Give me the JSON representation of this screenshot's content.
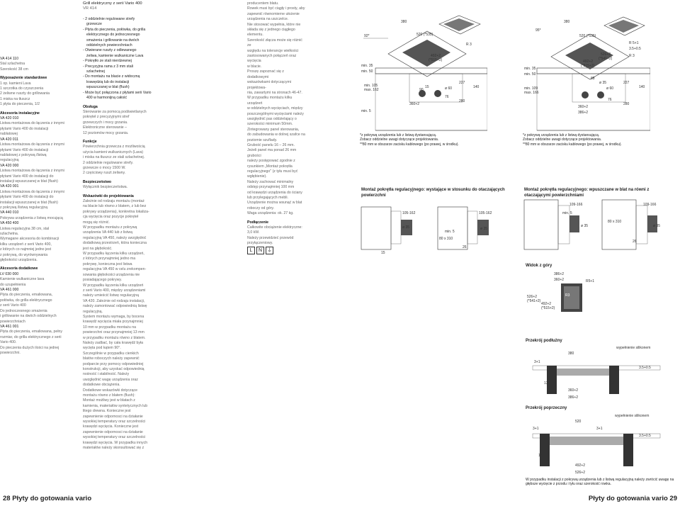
{
  "col1": {
    "lines": [
      {
        "t": "VA 414 110",
        "c": "h"
      },
      {
        "t": "Stal szlachetna",
        "c": "g"
      },
      {
        "t": "Szerokość 38 cm",
        "c": "g"
      },
      {
        "t": "Wyposażenie standardowe",
        "c": "s"
      },
      {
        "t": "1  op. kamieni Lava",
        "c": "g"
      },
      {
        "t": "1  szczotka do czyszczenia",
        "c": "g"
      },
      {
        "t": "2  żeliwne ruszty do grillowania",
        "c": "g"
      },
      {
        "t": "1  miska na tłuszcz",
        "c": "g"
      },
      {
        "t": "1  płyta do pieczenia, 1/2",
        "c": "g"
      },
      {
        "t": "Akcesoria instalacyjne",
        "c": "s"
      },
      {
        "t": "VA 420 010",
        "c": "h"
      },
      {
        "t": "Listwa montażowa do łączenia z innymi",
        "c": "g"
      },
      {
        "t": "płytami Vario 400 do instalacji",
        "c": "g"
      },
      {
        "t": "nablatowej",
        "c": "g"
      },
      {
        "t": "VA 420 011",
        "c": "h"
      },
      {
        "t": "Listwa montażowa do łączenia z innymi",
        "c": "g"
      },
      {
        "t": "płytami Vario 400 do instalacji",
        "c": "g"
      },
      {
        "t": "nablatowej z pokrywą /listwą",
        "c": "g"
      },
      {
        "t": "regulacyjną",
        "c": "g"
      },
      {
        "t": "VA 420 000",
        "c": "h"
      },
      {
        "t": "Listwa montażowa do łączenia z innymi",
        "c": "g"
      },
      {
        "t": "płytami Vario 400 do instalacji do",
        "c": "g"
      },
      {
        "t": "instalacji wpuszczanej w blat (flush)",
        "c": "g"
      },
      {
        "t": "VA 420 001",
        "c": "h"
      },
      {
        "t": "Listwa montażowa do łączenia z innymi",
        "c": "g"
      },
      {
        "t": "płytami Vario 400 do instalacji do",
        "c": "g"
      },
      {
        "t": "instalacji wpuszczanej w blat (flush)",
        "c": "g"
      },
      {
        "t": "z pokrywą /listwą regulacyjną",
        "c": "g"
      },
      {
        "t": "VA 440 010",
        "c": "h"
      },
      {
        "t": "Pokrywa urządzenia z listwą mocującą",
        "c": "g"
      },
      {
        "t": "VA 450 400",
        "c": "h"
      },
      {
        "t": "Listwa regulacyjna 38 cm, stal",
        "c": "g"
      },
      {
        "t": "szlachetna.",
        "c": "g"
      },
      {
        "t": "Wymagane akcesoria do kombinacji",
        "c": "g"
      },
      {
        "t": "kilku urządzeń z serii Vario 400,",
        "c": "g"
      },
      {
        "t": "z których co najmniej jedno jest",
        "c": "g"
      },
      {
        "t": "z pokrywą, do wyrównywania",
        "c": "g"
      },
      {
        "t": "głębokości urządzenia.",
        "c": "g"
      },
      {
        "t": "Akcesoria dodatkowe",
        "c": "s"
      },
      {
        "t": "LV 030 000",
        "c": "h"
      },
      {
        "t": "Kamienie wulkaniczne lava",
        "c": "g"
      },
      {
        "t": "do uzupełnienia",
        "c": "g"
      },
      {
        "t": "VA 461 000",
        "c": "h"
      },
      {
        "t": "Płyta do pieczenia, emaliowana,",
        "c": "g"
      },
      {
        "t": "połówka, do grilla elektrycznego",
        "c": "g"
      },
      {
        "t": "z serii Vario 400",
        "c": "g"
      },
      {
        "t": "Do jednoczesnego smażenia",
        "c": "g"
      },
      {
        "t": "i grillowanie na dwóch oddzielnych",
        "c": "g"
      },
      {
        "t": "powierzchniach",
        "c": "g"
      },
      {
        "t": "VA 461 001",
        "c": "h"
      },
      {
        "t": "Płyta do pieczenia, emaliowana, pełny",
        "c": "g"
      },
      {
        "t": "rozmiar, do grilla elektrycznego z serii",
        "c": "g"
      },
      {
        "t": "Vario 400.",
        "c": "g"
      },
      {
        "t": "Do pieczenia dużych ilości na jednej",
        "c": "g"
      },
      {
        "t": "powierzchni.",
        "c": "g"
      }
    ]
  },
  "col2": {
    "title": "Grill elektryczny z serii Vario 400",
    "subtitle": "VR 414",
    "lines": [
      {
        "t": "- 2 oddzielnie regulowane strefy",
        "c": "d"
      },
      {
        "t": "  grzewcze",
        "c": "d2"
      },
      {
        "t": "- Płyta do pieczenia, połówka, do grilla",
        "c": "d"
      },
      {
        "t": "  elektrycznego do jednoczesnego",
        "c": "d2"
      },
      {
        "t": "  smażenia i grillowanie na dwóch",
        "c": "d2"
      },
      {
        "t": "  oddzielnych powierzchniach",
        "c": "d2"
      },
      {
        "t": "- Otwierane ruszty z odlewanego",
        "c": "d"
      },
      {
        "t": "  żeliwa, kamienie wulkaniczne Lava",
        "c": "d2"
      },
      {
        "t": "- Pokrętło ze stali nierdzewnej",
        "c": "d"
      },
      {
        "t": "- Precyzyjna rama z 3 mm stali",
        "c": "d"
      },
      {
        "t": "  szlachetnej",
        "c": "d2"
      },
      {
        "t": "- Do montażu na blacie z widoczną",
        "c": "d"
      },
      {
        "t": "  krawędzią lub do instalacji",
        "c": "d2"
      },
      {
        "t": "  wpuszczanej w blat (flush)",
        "c": "d2"
      },
      {
        "t": "- Może być połączona z płytami serii Vario",
        "c": "d"
      },
      {
        "t": "  400 w harmonijną całość",
        "c": "d2"
      },
      {
        "t": "Obsługa",
        "c": "s"
      },
      {
        "t": "Sterowanie za pomocą podświetlanych",
        "c": "g"
      },
      {
        "t": "pokręteł z precyzyjnymi stref",
        "c": "g"
      },
      {
        "t": "grzewczych i mocy grzania.",
        "c": "g"
      },
      {
        "t": "Elektroniczne sterowanie –",
        "c": "g"
      },
      {
        "t": "12 poziomów mocy grzania.",
        "c": "g"
      },
      {
        "t": "Funkcje",
        "c": "s"
      },
      {
        "t": "Powierzchnia grzewcza z możliwością",
        "c": "g"
      },
      {
        "t": "użycia kamieni wulkanicznych (Lava)",
        "c": "g"
      },
      {
        "t": "i miska na tłuszcz ze stali szlachetnej.",
        "c": "g"
      },
      {
        "t": "2 oddzielnie regulowane strefy.",
        "c": "g"
      },
      {
        "t": "grzewcze o mocy 1500 W.",
        "c": "g"
      },
      {
        "t": "2 częściowy ruszt żeliwny.",
        "c": "g"
      },
      {
        "t": "Bezpieczeństwo",
        "c": "s"
      },
      {
        "t": "Wyłącznik bezpieczeństwa.",
        "c": "g"
      },
      {
        "t": "Wskazówki do projektowania",
        "c": "s"
      },
      {
        "t": "Zależnie od rodzaju montażu (montaż",
        "c": "g"
      },
      {
        "t": "na blacie lub równo z blatem, z lub bez",
        "c": "g"
      },
      {
        "t": "pokrywy urządzenia), konkretna lokaliza-",
        "c": "g"
      },
      {
        "t": "cja wycięcia oraz pozycje pokręteł",
        "c": "g"
      },
      {
        "t": "mogą się różnić.",
        "c": "g"
      },
      {
        "t": "W przypadku montażu z pokrywą",
        "c": "g"
      },
      {
        "t": "urządzenia VA 440 lub z listwą",
        "c": "g"
      },
      {
        "t": "regulacyjną VA 450, należy uwzględnić",
        "c": "g"
      },
      {
        "t": "dodatkową przestrzeń, która konieczna",
        "c": "g"
      },
      {
        "t": "jest na głębokość.",
        "c": "g"
      },
      {
        "t": "W przypadku łączenia kilku urządzeń,",
        "c": "g"
      },
      {
        "t": "z których przynajmniej jedno ma",
        "c": "g"
      },
      {
        "t": "pokrywę, konieczna jest listwa",
        "c": "g"
      },
      {
        "t": "regulacyjna VA 450 w celu zrekompen-",
        "c": "g"
      },
      {
        "t": "sowania głębokości urządzenia nie",
        "c": "g"
      },
      {
        "t": "posiadającego pokrywy.",
        "c": "g"
      },
      {
        "t": "W przypadku łączenia kilku urządzeń",
        "c": "g"
      },
      {
        "t": "z serii Vario 400, między urządzeniami",
        "c": "g"
      },
      {
        "t": "należy umieścić listwę regulacyjną",
        "c": "g"
      },
      {
        "t": "VA 420. Zależnie od rodzaju instalacji,",
        "c": "g"
      },
      {
        "t": "należy zamontować odpowiednią listwę",
        "c": "g"
      },
      {
        "t": "regulacyjną.",
        "c": "g"
      },
      {
        "t": "System montażu wymaga, by bocena",
        "c": "g"
      },
      {
        "t": "krawędź wycięcia miała przynajmniej",
        "c": "g"
      },
      {
        "t": "10 mm w przypadku montażu na",
        "c": "g"
      },
      {
        "t": "powierzchni oraz przynajmniej 13 mm",
        "c": "g"
      },
      {
        "t": "w przypadku montażu równo z blatem.",
        "c": "g"
      },
      {
        "t": "Należy zadbać, by cała krawędź była",
        "c": "g"
      },
      {
        "t": "wycięta pod kątem 90°.",
        "c": "g"
      },
      {
        "t": "Szczególnie w przypadku cienkich",
        "c": "g"
      },
      {
        "t": "blatów roboczych należy zapewnić",
        "c": "g"
      },
      {
        "t": "podparcie przy pomocy odpowiedniej",
        "c": "g"
      },
      {
        "t": "konstrukcji, aby uzyskać odpowiednią",
        "c": "g"
      },
      {
        "t": "nośność i stabilność. Należy",
        "c": "g"
      },
      {
        "t": "uwzględnić wagę urządzenia oraz",
        "c": "g"
      },
      {
        "t": "dodatkowe obciążenia.",
        "c": "g"
      },
      {
        "t": "Dodatkowe wskazówki dotyczące",
        "c": "g"
      },
      {
        "t": "montażu równo z blatem (flush):",
        "c": "g"
      },
      {
        "t": "Montaż możliwy jest w blatach z",
        "c": "g"
      },
      {
        "t": "kamienia, materiałów syntetycznych lub",
        "c": "g"
      },
      {
        "t": "litego drewna. Konieczne jest",
        "c": "g"
      },
      {
        "t": "zapewnienie odpornosci na działanie",
        "c": "g"
      },
      {
        "t": "wysokiej temperatury oraz szczelności",
        "c": "g"
      },
      {
        "t": "krawędzi wycięcia. Konieczne jest",
        "c": "g"
      },
      {
        "t": "zapewnienie odpornosci na działanie",
        "c": "g"
      },
      {
        "t": "wysokiej temperatury oraz szczelności",
        "c": "g"
      },
      {
        "t": "krawędzi wycięcia. W przypadku innych",
        "c": "g"
      },
      {
        "t": "materiałów należy skonsultować się z",
        "c": "g"
      }
    ]
  },
  "col3": {
    "lines": [
      {
        "t": "producentem blatu.",
        "c": "g"
      },
      {
        "t": "Rowek musi być ciągły i prosty, aby",
        "c": "g"
      },
      {
        "t": "zapewnić równomierne ułożenie",
        "c": "g"
      },
      {
        "t": "urządzenia na uszczelce.",
        "c": "g"
      },
      {
        "t": "Nie stosować wypełnia, które nie",
        "c": "g"
      },
      {
        "t": "składa się z jednego ciągłego",
        "c": "g"
      },
      {
        "t": "elementu.",
        "c": "g"
      },
      {
        "t": "Szerokość złącza może się różnić ze",
        "c": "g"
      },
      {
        "t": "względu na tolerancje wielkości",
        "c": "g"
      },
      {
        "t": "zastosowanych połączeń oraz wycięcia",
        "c": "g"
      },
      {
        "t": "w blacie.",
        "c": "g"
      },
      {
        "t": " ",
        "c": "g"
      },
      {
        "t": "Proszę zapoznać się z dodatkowymi",
        "c": "g"
      },
      {
        "t": "wskazówkami dotyczącymi projektowa-",
        "c": "g"
      },
      {
        "t": "nia, zawartymi na stronach 46-47.",
        "c": "g"
      },
      {
        "t": " ",
        "c": "g"
      },
      {
        "t": "W przypadku montażu kilku urządzeń",
        "c": "g"
      },
      {
        "t": "w oddzielnych wycięciach, między",
        "c": "g"
      },
      {
        "t": "poszczególnymi wycięciami należy",
        "c": "g"
      },
      {
        "t": "uwzględnić pas oddzielający o",
        "c": "g"
      },
      {
        "t": "szerokości minimum 50mm.",
        "c": "g"
      },
      {
        "t": "Zintegrowany panel sterowania,",
        "c": "g"
      },
      {
        "t": "do zabudowania w dolnej szafce na",
        "c": "g"
      },
      {
        "t": "poziomie szuflady.",
        "c": "g"
      },
      {
        "t": "Grubość panelu 16 – 26 mm.",
        "c": "g"
      },
      {
        "t": "Jeżeli panel ma ponad 26 mm grubości",
        "c": "g"
      },
      {
        "t": "należy postępować zgodnie z",
        "c": "g"
      },
      {
        "t": "rysunkiem „Montaż pokrętła",
        "c": "g"
      },
      {
        "t": "regulacyjnego\" (z tyłu musi być",
        "c": "g"
      },
      {
        "t": "wgłębienie).",
        "c": "g"
      },
      {
        "t": "Należy zachować minimalny",
        "c": "g"
      },
      {
        "t": "odstęp przynajmniej 100 mm",
        "c": "g"
      },
      {
        "t": "od krawędzi urządzenia do ściany",
        "c": "g"
      },
      {
        "t": "lub przylegających mebli.",
        "c": "g"
      },
      {
        "t": "Urządzenie można wsunąć w blat",
        "c": "g"
      },
      {
        "t": "roboczy od góry.",
        "c": "g"
      },
      {
        "t": "Waga urządzenia: ok. 27 kg.",
        "c": "g"
      },
      {
        "t": "Podłączenie",
        "c": "s"
      },
      {
        "t": "Całkowite obciążenie elektryczne:",
        "c": "g"
      },
      {
        "t": "3,0 kW.",
        "c": "g"
      },
      {
        "t": "Należy przewidzieć przewód",
        "c": "g"
      },
      {
        "t": "przyłączeniowy.",
        "c": "g"
      }
    ]
  },
  "symbols": [
    "L",
    "N",
    "⏚"
  ],
  "diagrams": {
    "left_dims": [
      "92*",
      "380",
      "520 (*535)",
      "492+2",
      "(*515+2)",
      "min. 35",
      "min. 50",
      "min. 105",
      "max. 162",
      "R 3",
      "90",
      "ø 60",
      "227",
      "140",
      "360+2",
      "76",
      "280",
      "min. 5",
      "15"
    ],
    "right_dims": [
      "95*",
      "380",
      "520 (*535)",
      "526+2",
      "(*541+2)",
      "492+2",
      "(*515+2)",
      "R 5+1",
      "3.5+0.5",
      "R 3",
      "min. 35",
      "min. 50",
      "min. 109",
      "max. 166",
      "ø 60",
      "227",
      "140",
      "76",
      "280",
      "360+2",
      "386+2",
      "ø 35",
      "88"
    ],
    "left_note": [
      "*z pokrywą urządzenia lub z listwą dystansującą.",
      "Zobacz oddzielne uwagi dotyczące projektowania.",
      "**80 mm w obszarze zacisku kablowego (po prawej, w środku)."
    ],
    "right_note": [
      "*z pokrywą urządzenia lub z listwą dystansującą.",
      "Zobacz oddzielne uwagi dotyczące projektowania.",
      "**80 mm w obszarze zacisku kablowego (po prawej, w środku)."
    ],
    "title_left_mid": "Montaż pokrętła regulacyjnego: wystające w stosunku do otaczających powierzchni",
    "title_right_mid": "Montaż pokrętła regulacyjnego: wpuszczane w blat na równi z otaczającymi powierzchniami",
    "knob_left_dims": [
      "105-162",
      "105-162",
      "min. 5",
      "80 x 310",
      "ø 35",
      "ø 35",
      "26",
      "15"
    ],
    "knob_right_dims": [
      "109-166",
      "109-166",
      "min. 5",
      "80 x 310",
      "ø 35",
      "ø 35",
      "26"
    ],
    "top_view_title": "Widok z góry",
    "top_view_dims": [
      "386+2",
      "360+2",
      "R5+1",
      "R3",
      "526+2",
      "(*541+2)",
      "492+2",
      "(*515+2)"
    ],
    "sec_long_title": "Przekrój podłużny",
    "sec_long_dims": [
      "380",
      "3+1",
      "wypełnienie silikonem",
      "3.5+0.5",
      "13",
      "13",
      "360+2",
      "386+2"
    ],
    "sec_cross_title": "Przekrój poprzeczny",
    "sec_cross_dims": [
      "520",
      "3+1",
      "3+1",
      "wypełnienie silikonem",
      "3.5+0.5",
      "17",
      "17",
      "492+2",
      "526+2"
    ],
    "bottom_note": [
      "W przypadku instalacji z pokrywą urządzenia lub z listwą regulacyjną należy zwrócić uwagę na",
      "głębsze wycięcie z przodu i tyłu oraz szerokość rowka."
    ]
  },
  "footer": {
    "left_num": "28",
    "left_text": "Płyty do gotowania vario",
    "right_text": "Płyty do gotowania vario",
    "right_num": "29"
  }
}
